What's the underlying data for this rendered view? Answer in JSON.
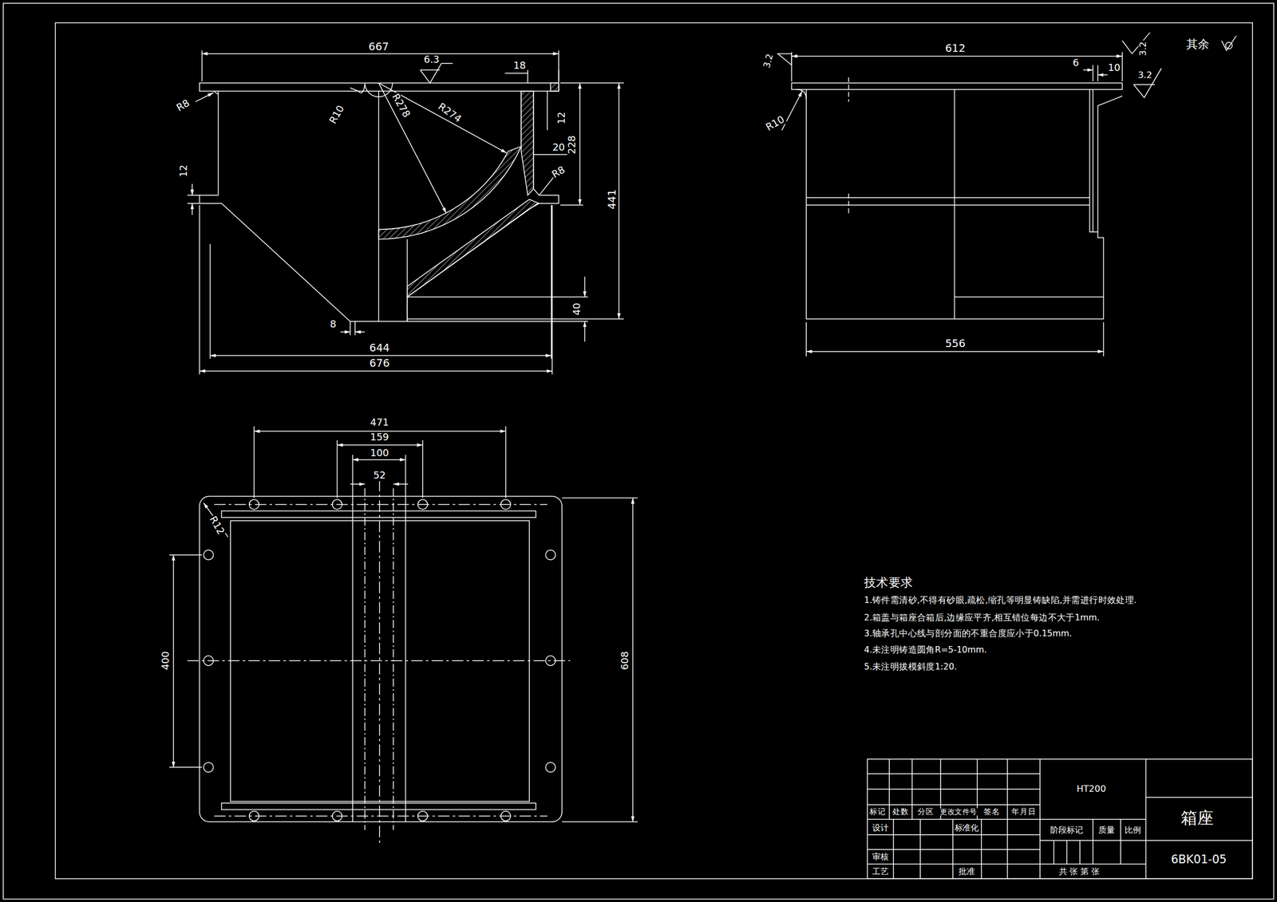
{
  "diagram": {
    "labels": [
      "667",
      "6.3",
      "18",
      "R8",
      "R10",
      "R278",
      "R274",
      "12",
      "228",
      "20",
      "R8",
      "12",
      "441",
      "40",
      "8",
      "644",
      "676",
      "3.2",
      "612",
      "3.2",
      "6",
      "10",
      "3.2",
      "其余",
      "R10",
      "556",
      "471",
      "159",
      "100",
      "52",
      "R12",
      "400",
      "608",
      "技术要求",
      "1.铸件需清砂,不得有砂眼,疏松,缩孔等明显铸缺陷,并需进行时效处理.",
      "2.箱盖与箱座合箱后,边缘应平齐,相互错位每边不大于1mm.",
      "3.轴承孔中心线与剖分面的不重合度应小于0.15mm.",
      "4.未注明铸造圆角R=5-10mm.",
      "5.未注明拔模斜度1:20.",
      "HT200",
      "标记",
      "处数",
      "分区",
      "更改文件号",
      "签名",
      "年月日",
      "设计",
      "标准化",
      "审核",
      "工艺",
      "批准",
      "阶段标记",
      "质量",
      "比例",
      "共 张 第 张",
      "箱座",
      "6BK01-05"
    ]
  }
}
